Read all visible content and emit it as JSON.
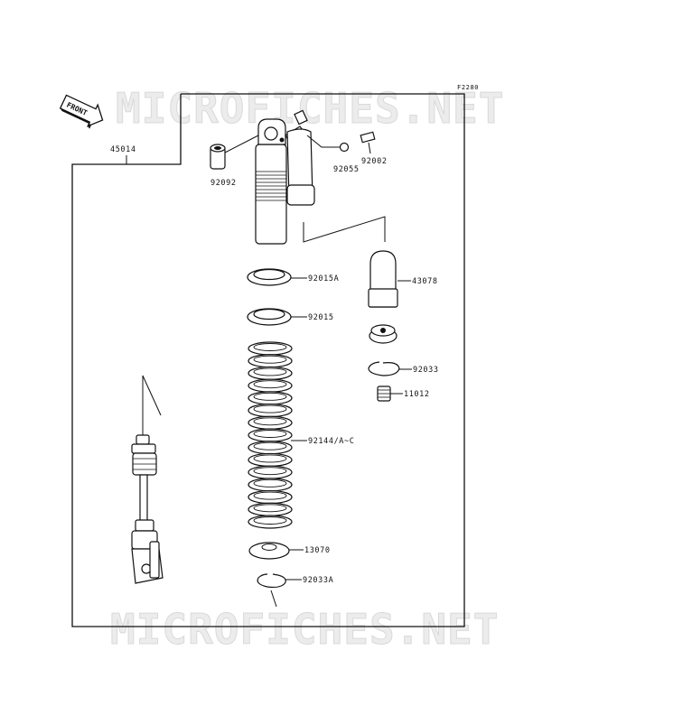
{
  "figure_code": "F2280",
  "watermark": "MICROFICHES.NET",
  "front_indicator": "FRONT",
  "assembly_number": "45014",
  "parts": [
    {
      "id": "p92092",
      "number": "92092"
    },
    {
      "id": "p92055",
      "number": "92055"
    },
    {
      "id": "p92002",
      "number": "92002"
    },
    {
      "id": "p92015A",
      "number": "92015A"
    },
    {
      "id": "p92015",
      "number": "92015"
    },
    {
      "id": "p43078",
      "number": "43078"
    },
    {
      "id": "p92033",
      "number": "92033"
    },
    {
      "id": "p11012",
      "number": "11012"
    },
    {
      "id": "p92144",
      "number": "92144/A~C"
    },
    {
      "id": "p13070",
      "number": "13070"
    },
    {
      "id": "p92033A",
      "number": "92033A"
    }
  ]
}
